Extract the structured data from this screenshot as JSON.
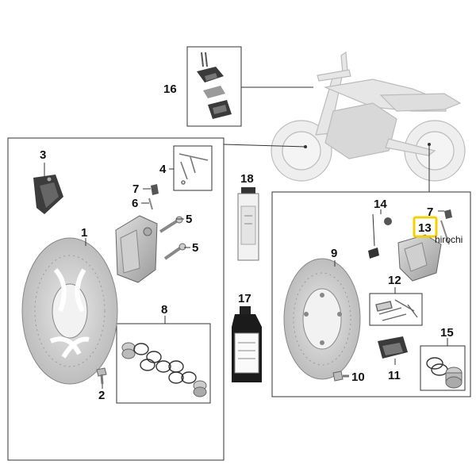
{
  "diagram": {
    "highlight_color": "#f5d000",
    "part_numbers": {
      "p1": "1",
      "p2": "2",
      "p3": "3",
      "p4": "4",
      "p5a": "5",
      "p5b": "5",
      "p6": "6",
      "p7a": "7",
      "p7b": "7",
      "p8": "8",
      "p9": "9",
      "p10": "10",
      "p11": "11",
      "p12": "12",
      "p13": "13",
      "p14": "14",
      "p15": "15",
      "p16": "16",
      "p17": "17",
      "p18": "18"
    },
    "watermark": "hirochi"
  }
}
